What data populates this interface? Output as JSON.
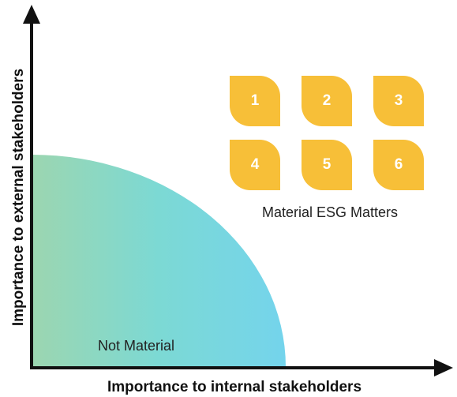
{
  "axes": {
    "x_title": "Importance to internal stakeholders",
    "y_title": "Importance to external stakeholders"
  },
  "regions": {
    "material_label": "Material ESG Matters",
    "not_material_label": "Not Material"
  },
  "matters": [
    {
      "number": "1"
    },
    {
      "number": "2"
    },
    {
      "number": "3"
    },
    {
      "number": "4"
    },
    {
      "number": "5"
    },
    {
      "number": "6"
    }
  ],
  "colors": {
    "leaf": "#F7BF38",
    "gradient_start": "#9CD6B0",
    "gradient_mid": "#7CD9D4",
    "gradient_end": "#74D4EC",
    "axis": "#111111"
  }
}
